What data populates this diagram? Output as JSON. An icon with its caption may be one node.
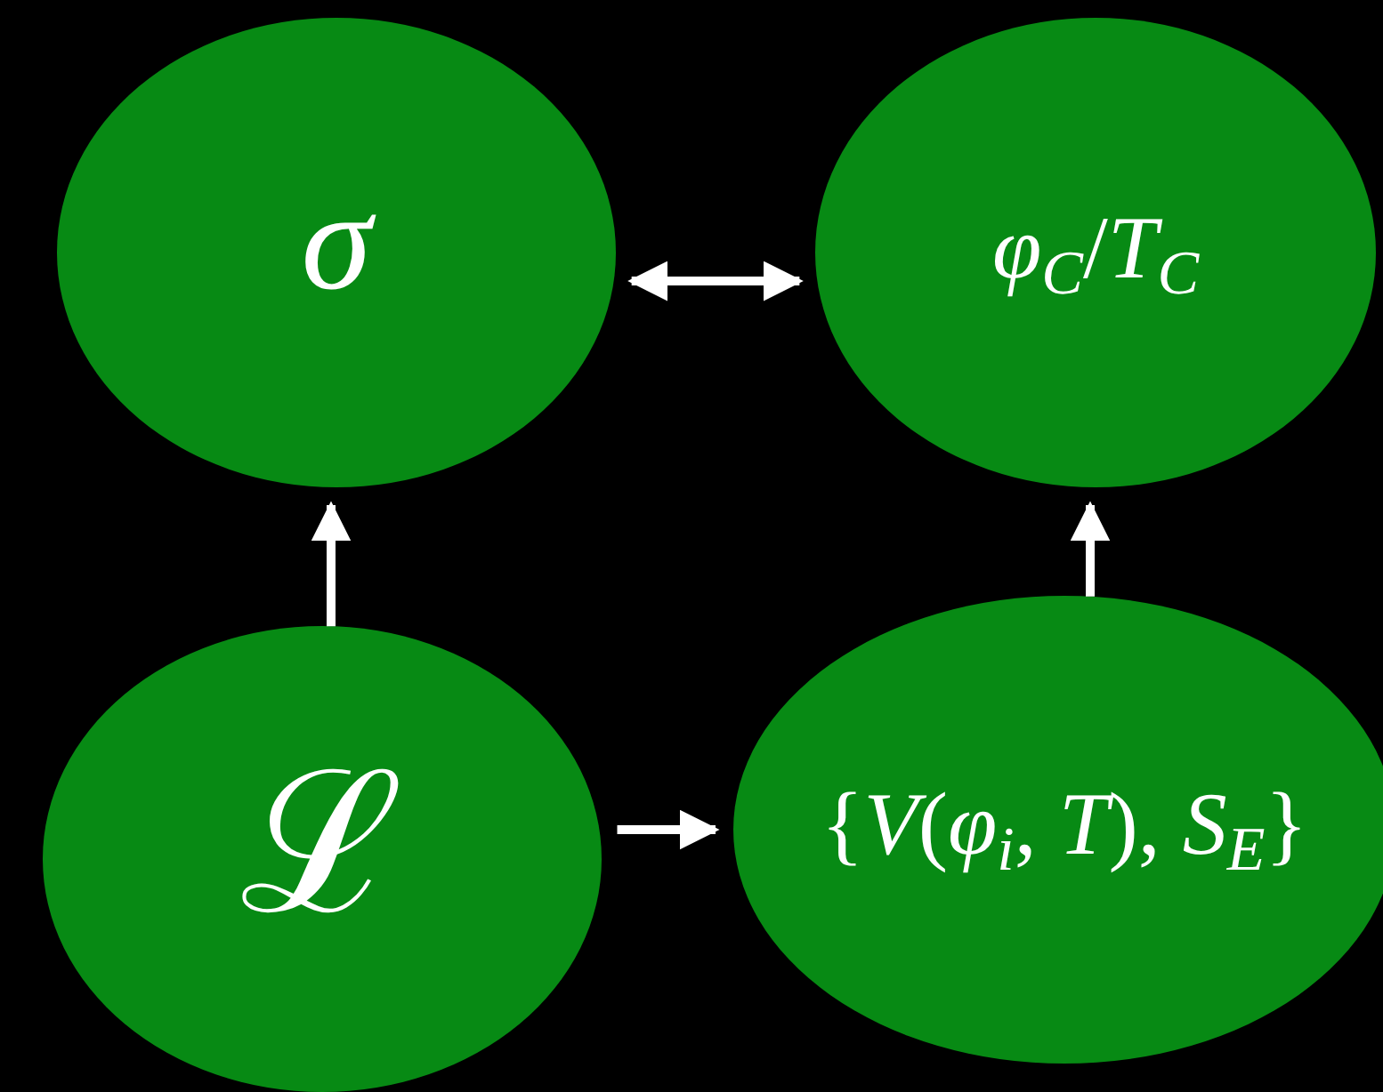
{
  "diagram": {
    "nodes": [
      {
        "text": [
          "σ"
        ]
      },
      {
        "text": [
          "*φ*$_{C}$/*T*$_{C}$"
        ]
      },
      {
        "text": [
          "ℒ"
        ]
      },
      {
        "text": [
          "{*V*(*φ*$_{i}$, *T*), *S*$_{E}$}"
        ]
      }
    ],
    "edges": [
      {
        "from": 2,
        "to": 0,
        "arrow": "to"
      },
      {
        "from": 0,
        "to": 1,
        "arrow": "both"
      },
      {
        "from": 3,
        "to": 1,
        "arrow": "to"
      },
      {
        "from": 2,
        "to": 3,
        "arrow": "to"
      }
    ]
  }
}
